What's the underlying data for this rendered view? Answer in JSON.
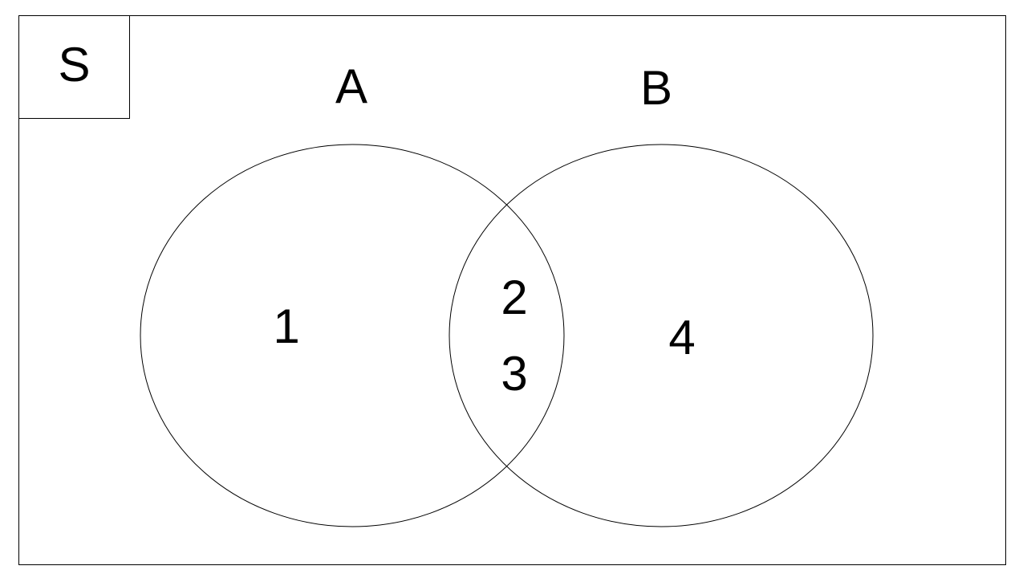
{
  "universe": {
    "label": "S"
  },
  "sets": {
    "a": {
      "label": "A"
    },
    "b": {
      "label": "B"
    }
  },
  "regions": {
    "only_a": [
      "1"
    ],
    "a_and_b": [
      "2",
      "3"
    ],
    "only_b": [
      "4"
    ]
  },
  "colors": {
    "stroke": "#000000",
    "background": "#ffffff"
  }
}
